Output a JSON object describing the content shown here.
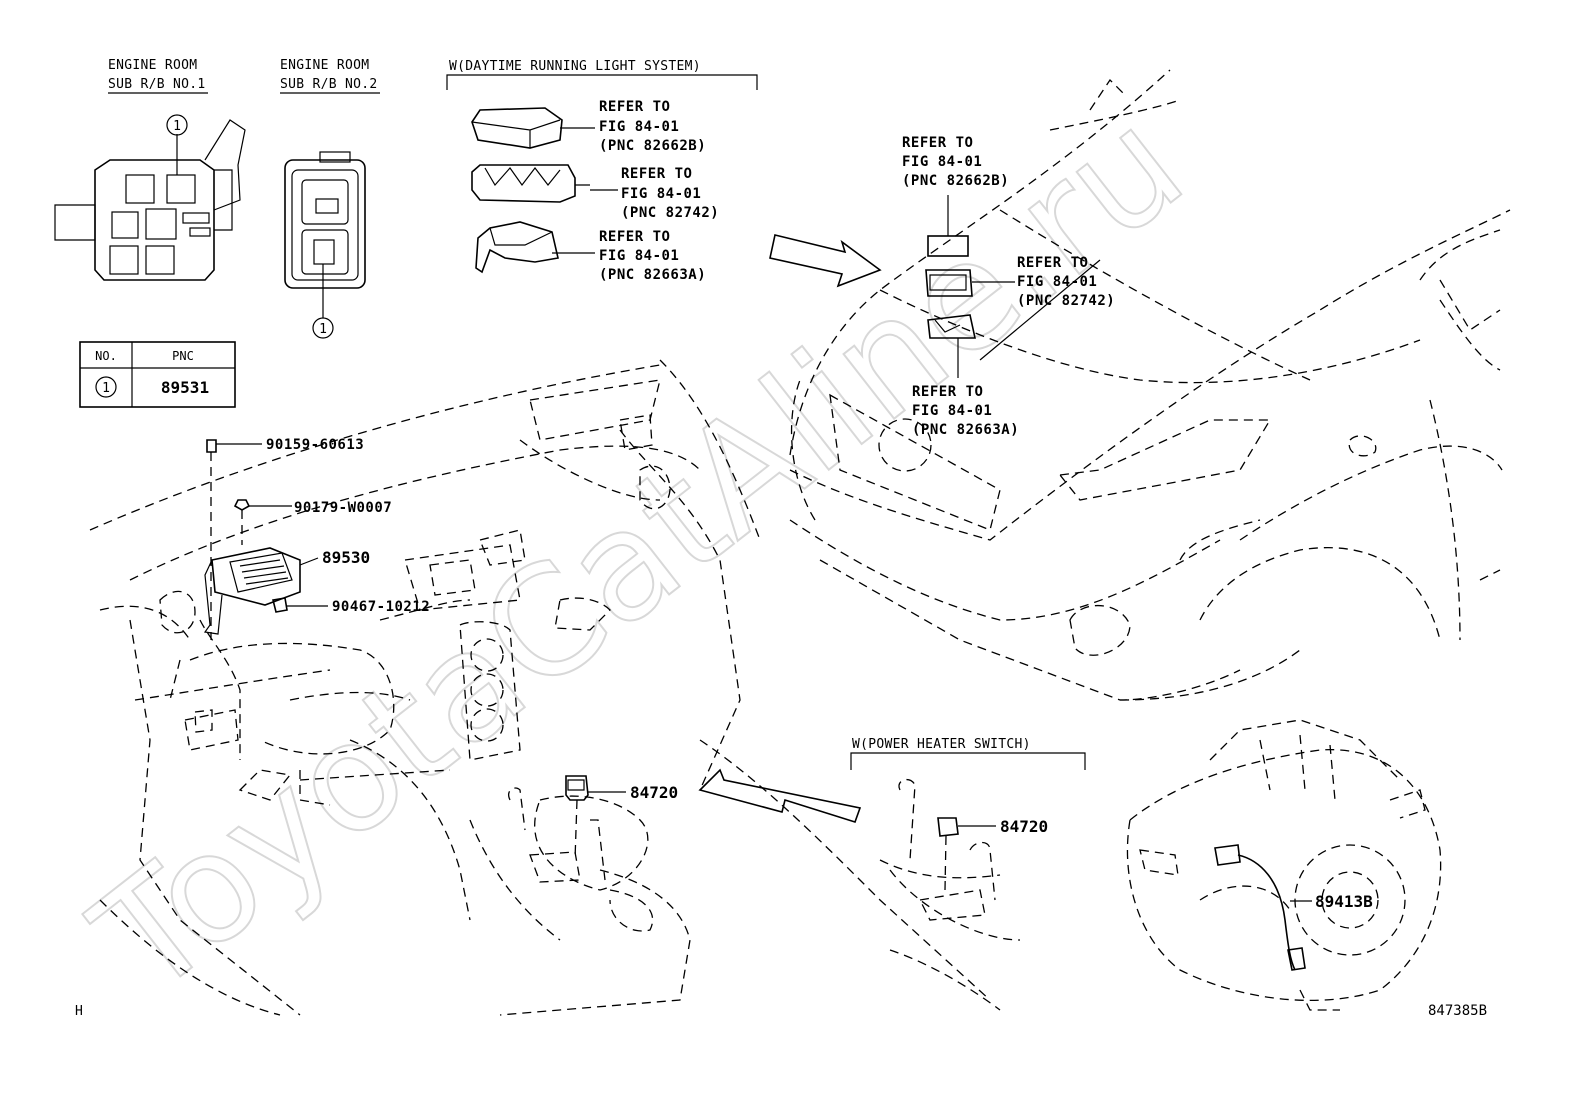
{
  "watermark": "ToyotaCatAline.ru",
  "box_labels": {
    "sub_rb1_line1": "ENGINE ROOM",
    "sub_rb1_line2": "SUB R/B NO.1",
    "sub_rb2_line1": "ENGINE ROOM",
    "sub_rb2_line2": "SUB R/B NO.2",
    "drl_header": "W(DAYTIME RUNNING LIGHT SYSTEM)",
    "heater_header": "W(POWER HEATER SWITCH)"
  },
  "table": {
    "col_no": "NO.",
    "col_pnc": "PNC",
    "row_no": "1",
    "row_pnc": "89531"
  },
  "callout_marker": "1",
  "refer_drl": [
    {
      "l1": "REFER TO",
      "l2": "FIG 84-01",
      "l3": "(PNC 82662B)"
    },
    {
      "l1": "REFER TO",
      "l2": "FIG 84-01",
      "l3": "(PNC 82742)"
    },
    {
      "l1": "REFER TO",
      "l2": "FIG 84-01",
      "l3": "(PNC 82663A)"
    }
  ],
  "refer_car": [
    {
      "l1": "REFER TO",
      "l2": "FIG 84-01",
      "l3": "(PNC 82662B)"
    },
    {
      "l1": "REFER TO",
      "l2": "FIG 84-01",
      "l3": "(PNC 82742)"
    },
    {
      "l1": "REFER TO",
      "l2": "FIG 84-01",
      "l3": "(PNC 82663A)"
    }
  ],
  "parts": {
    "bolt": "90159-60613",
    "nut": "90179-W0007",
    "ecu": "89530",
    "clip": "90467-10212",
    "switch_main": "84720",
    "switch_inset": "84720",
    "sensor": "89413B"
  },
  "footer": {
    "left": "H",
    "right": "847385B"
  }
}
